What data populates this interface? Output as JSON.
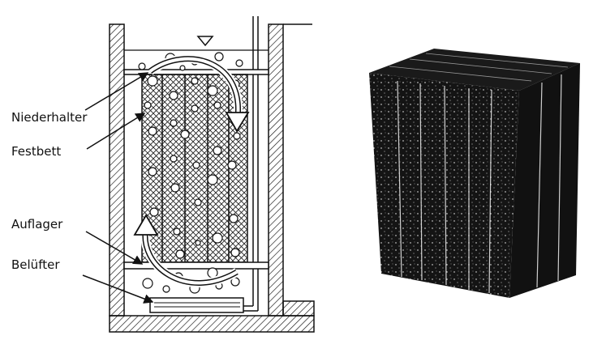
{
  "labels": {
    "hold_down": "Niederhalter",
    "fixed_bed": "Festbett",
    "support": "Auflager",
    "aerator": "Belüfter"
  },
  "colors": {
    "ink": "#111111",
    "media_block": "#141414",
    "background": "#ffffff"
  },
  "icons": {
    "water_level": "water-level-triangle-icon"
  }
}
